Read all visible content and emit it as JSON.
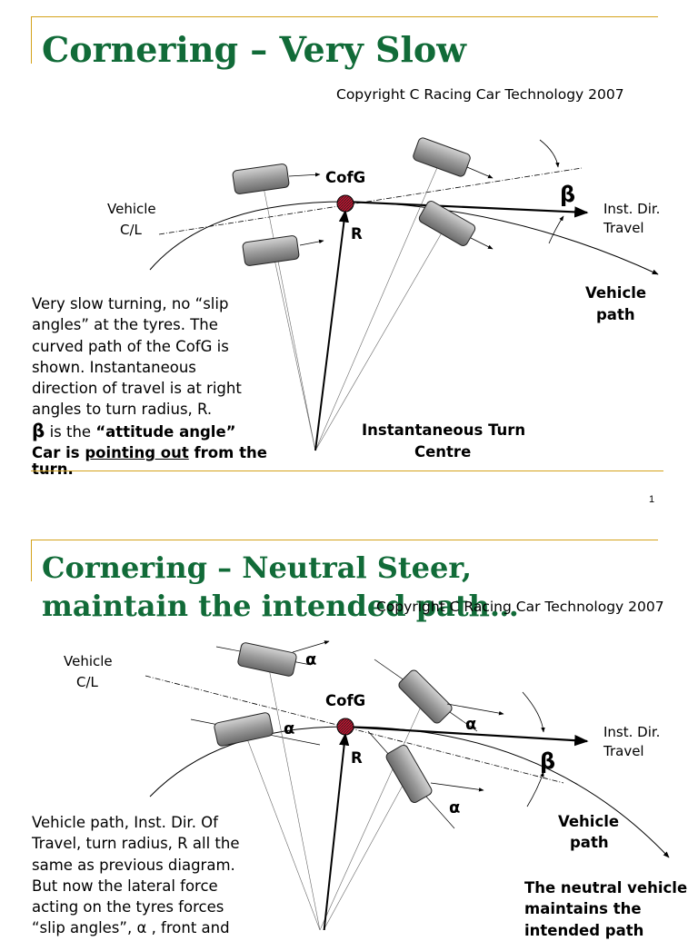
{
  "slides": [
    {
      "title": "Cornering – Very Slow",
      "copyright": "Copyright C Racing Car Technology 2007",
      "page_number": "1",
      "labels": {
        "cofg": "CofG",
        "vehicle_cl_1": "Vehicle",
        "vehicle_cl_2": "C/L",
        "inst_dir_1": "Inst. Dir.",
        "inst_dir_2": "Travel",
        "radius": "R",
        "beta": "β",
        "vehicle_path_1": "Vehicle",
        "vehicle_path_2": "path",
        "turn_centre_1": "Instantaneous Turn",
        "turn_centre_2": "Centre"
      },
      "body": {
        "line1": "Very slow turning, no “slip",
        "line2": "angles” at the tyres.  The",
        "line3": "curved path of the CofG is",
        "line4": "shown.   Instantaneous",
        "line5": "direction of travel is at right",
        "line6": "angles to turn radius, R.",
        "beta": "β",
        "line7_mid": " is the ",
        "attitude_angle": "“attitude angle”",
        "car_is": "Car is ",
        "pointing_out": "pointing out",
        "from_turn": " from the",
        "turn": "turn."
      }
    },
    {
      "title_line1": "Cornering – Neutral Steer,",
      "title_line2": "maintain the intended path…",
      "copyright": "Copyright C Racing Car Technology 2007",
      "labels": {
        "cofg": "CofG",
        "vehicle_cl_1": "Vehicle",
        "vehicle_cl_2": "C/L",
        "inst_dir_1": "Inst. Dir.",
        "inst_dir_2": "Travel",
        "radius": "R",
        "beta": "β",
        "alpha": "α",
        "vehicle_path_1": "Vehicle",
        "vehicle_path_2": "path"
      },
      "body": {
        "line1": "Vehicle path, Inst. Dir. Of",
        "line2": "Travel, turn radius, R all the",
        "line3": "same as previous diagram.",
        "line4": "But now the lateral force",
        "line5": "acting on the tyres forces",
        "line6": "“slip angles”, α , front and"
      },
      "neutral": {
        "line1": "The neutral vehicle",
        "line2": "maintains the",
        "line3": "intended path"
      }
    }
  ]
}
